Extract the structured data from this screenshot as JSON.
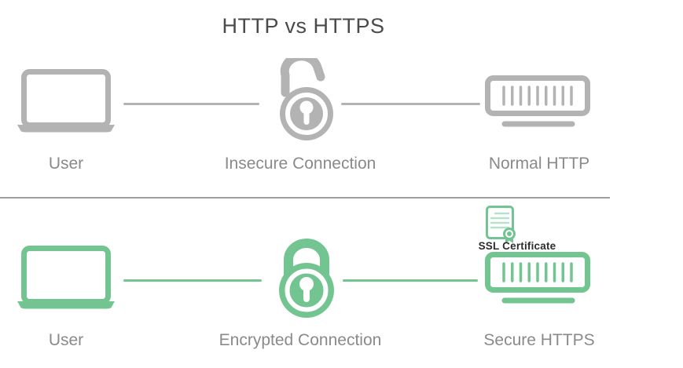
{
  "title": "HTTP vs HTTPS",
  "colors": {
    "gray_icon": "#b3b3b3",
    "gray_label": "#8a8a8a",
    "title_color": "#4a4a4a",
    "green": "#72c591",
    "green_light": "#b7e1ca",
    "divider": "#9e9e9e",
    "ssl_text": "#2d2d2d",
    "bg": "#ffffff"
  },
  "rows": [
    {
      "name": "http",
      "user_label": "User",
      "connection_label": "Insecure Connection",
      "server_label": "Normal HTTP",
      "lock_state": "open"
    },
    {
      "name": "https",
      "user_label": "User",
      "connection_label": "Encrypted Connection",
      "server_label": "Secure HTTPS",
      "lock_state": "closed",
      "certificate_label": "SSL Certificate"
    }
  ],
  "icons": {
    "row_http": [
      "laptop-icon",
      "open-padlock-icon",
      "server-icon"
    ],
    "row_https": [
      "laptop-icon",
      "closed-padlock-icon",
      "ssl-certificate-icon",
      "server-icon"
    ]
  }
}
